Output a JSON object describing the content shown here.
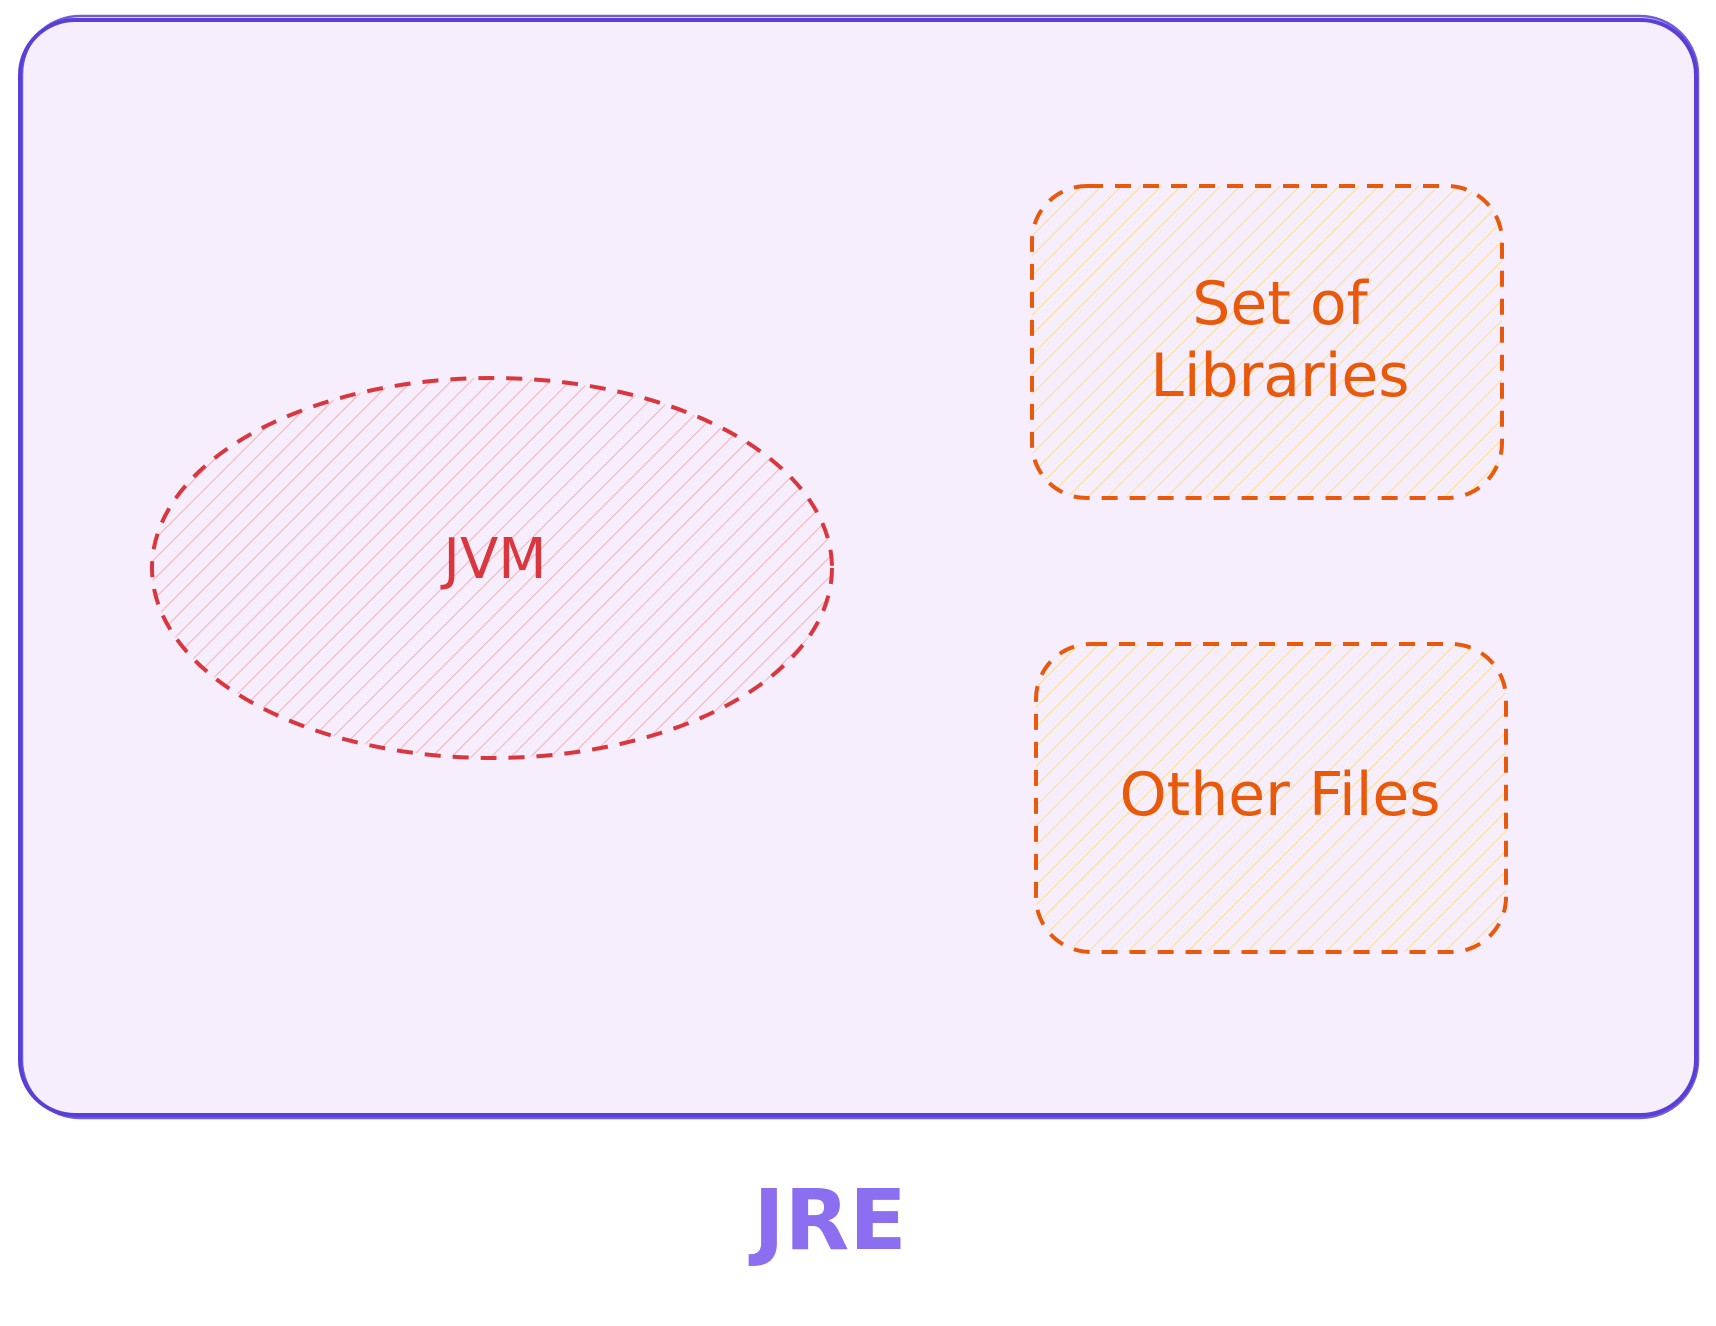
{
  "diagram": {
    "container_label": "JRE",
    "jvm_label": "JVM",
    "libraries_label": "Set of\nLibraries",
    "other_files_label": "Other Files"
  },
  "colors": {
    "container_stroke": "#5a3fd6",
    "container_fill": "#f6eefc",
    "jvm_stroke": "#d9363e",
    "jvm_hatch": "#f7b3b8",
    "box_stroke": "#e8590c",
    "box_hatch": "#ffe08a",
    "jre_text": "#8b6ff0"
  }
}
